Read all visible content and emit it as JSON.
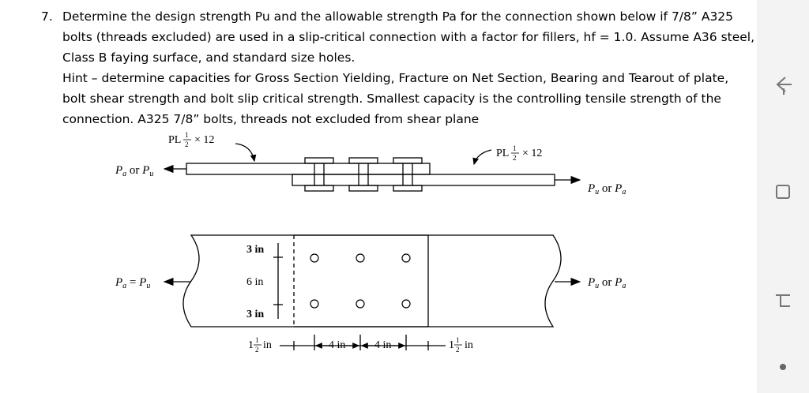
{
  "problem": {
    "number": "7.",
    "lines": [
      "Determine the design strength Pu and the allowable strength Pa for the connection shown below if 7/8” A325",
      "bolts (threads excluded) are used in a slip-critical connection with a factor for fillers, hf = 1.0.  Assume A36 steel,",
      "Class B faying surface, and standard size holes.",
      "Hint – determine capacities for Gross Section Yielding, Fracture on Net Section, Bearing and Tearout of plate,",
      "bolt shear strength and bolt slip critical strength.  Smallest capacity is the controlling tensile strength of the",
      "connection.  A325 7/8” bolts, threads not excluded from shear plane"
    ]
  },
  "side_view": {
    "left_plate_prefix": "PL",
    "left_plate_suffix": "× 12",
    "right_plate_prefix": "PL",
    "right_plate_suffix": "× 12",
    "fraction_num": "1",
    "fraction_den": "2",
    "left_load_P": "P",
    "left_load_sub_a": "a",
    "left_load_or": " or ",
    "left_load_sub_u": "u",
    "right_load_P": "P",
    "right_load_sub_u": "u",
    "right_load_or": " or ",
    "right_load_sub_a": "a"
  },
  "plan_view": {
    "left_load_P": "P",
    "left_load_sub_a": "a",
    "left_load_eq": " = ",
    "left_load_sub_u": "u",
    "right_load_P": "P",
    "right_load_sub_u": "u",
    "right_load_or": " or ",
    "right_load_sub_a": "a",
    "dim_top": "3 in",
    "dim_mid": "6 in",
    "dim_bottom": "3 in",
    "edge_left_whole": "1",
    "edge_left_unit": "in",
    "spacing_1": "4 in",
    "spacing_2": "4 in",
    "edge_right_whole": "1",
    "edge_right_unit": "in",
    "frac_num": "1",
    "frac_den": "2"
  },
  "nav_icons": [
    "swipe-arrow-icon",
    "recent-apps-icon",
    "back-icon",
    "dot-icon"
  ]
}
